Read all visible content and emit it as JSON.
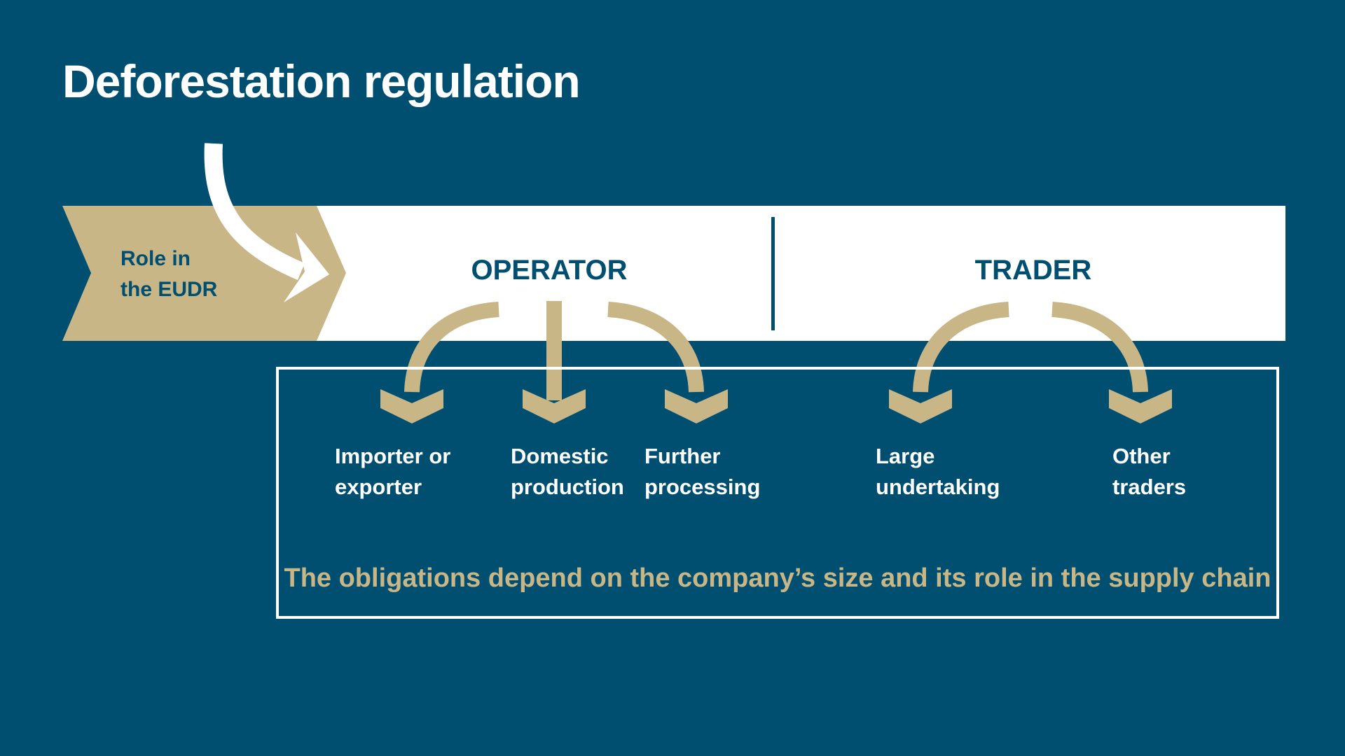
{
  "title": "Deforestation regulation",
  "role": {
    "line1": "Role in",
    "line2": "the EUDR"
  },
  "categories": {
    "operator": {
      "label": "OPERATOR",
      "subs": [
        {
          "line1": "Importer or",
          "line2": "exporter"
        },
        {
          "line1": "Domestic",
          "line2": "production"
        },
        {
          "line1": "Further",
          "line2": "processing"
        }
      ]
    },
    "trader": {
      "label": "TRADER",
      "subs": [
        {
          "line1": "Large",
          "line2": "undertaking"
        },
        {
          "line1": "Other",
          "line2": "traders"
        }
      ]
    }
  },
  "note": "The obligations depend on the company’s size and its role in the supply chain",
  "colors": {
    "background": "#004f71",
    "gold": "#c8b687",
    "white": "#ffffff"
  }
}
